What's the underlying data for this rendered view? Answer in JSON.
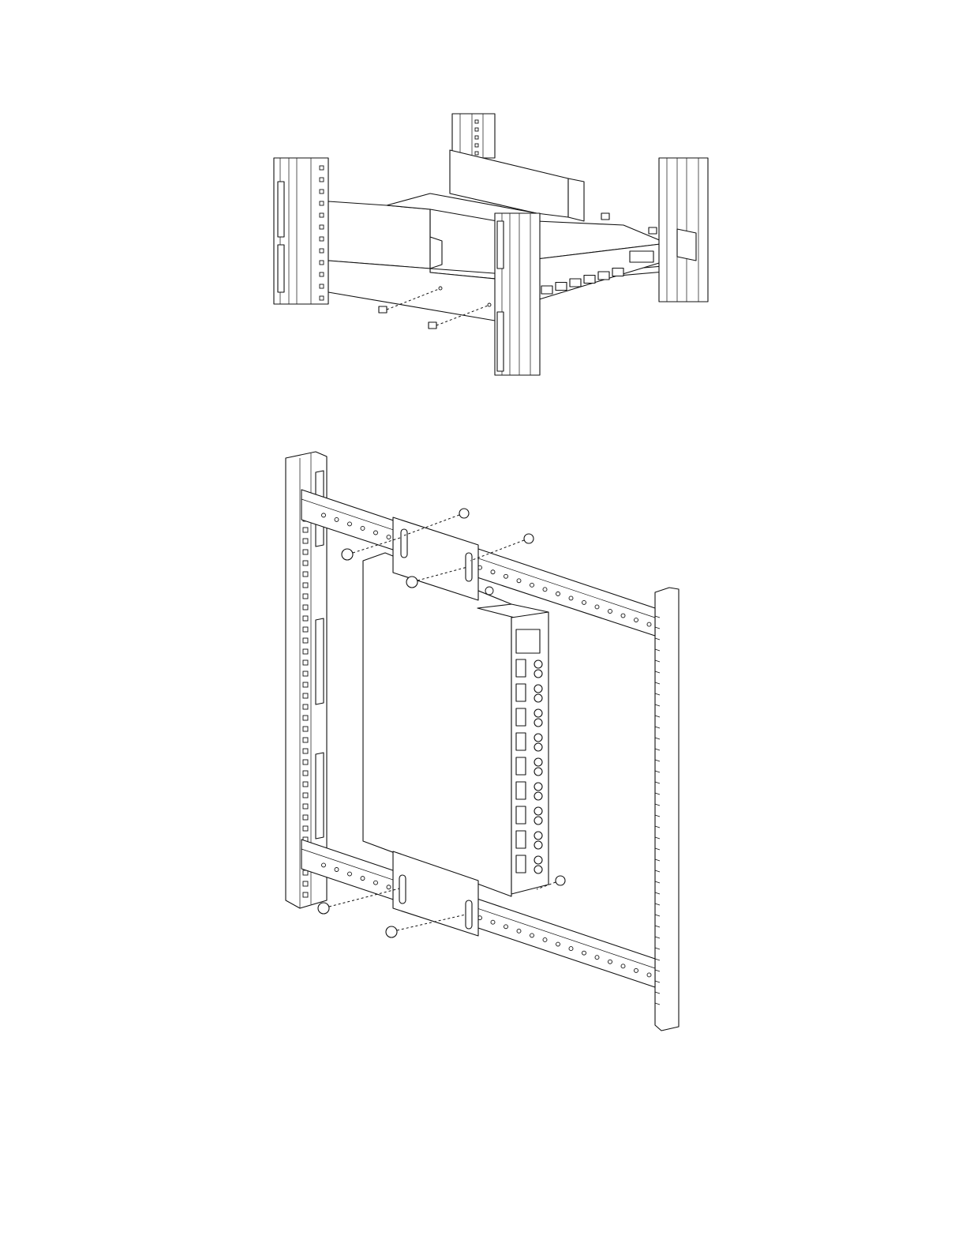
{
  "figures": [
    {
      "id": "top",
      "parts": [
        "rack-post-back-center",
        "rack-post-left",
        "rack-post-right",
        "rack-post-front-center",
        "mounting-shelf",
        "kvm-switch-horizontal",
        "rack-screws"
      ]
    },
    {
      "id": "bottom",
      "parts": [
        "vertical-rail-left",
        "vertical-rail-right",
        "cross-rail-top",
        "cross-rail-bottom",
        "mounting-bracket-top",
        "mounting-bracket-bottom",
        "kvm-switch-vertical",
        "screws",
        "cage-nuts"
      ]
    }
  ],
  "colors": {
    "line": "#111111",
    "background": "#ffffff"
  }
}
